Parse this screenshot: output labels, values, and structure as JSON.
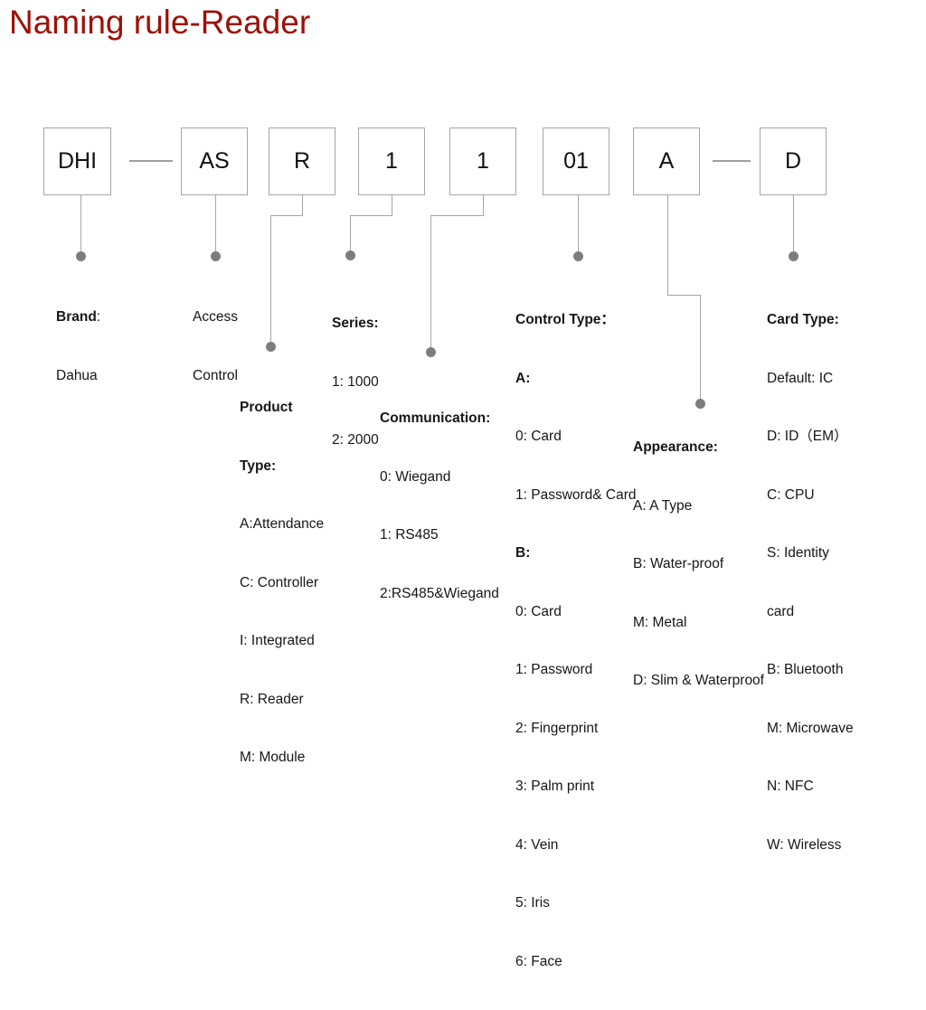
{
  "page": {
    "title": "Naming rule-Reader",
    "title_color": "#9c1006",
    "background": "#ffffff",
    "box_border_color": "#a6a6a6",
    "connector_color": "#a6a6a6",
    "dot_color": "#7d7d7d"
  },
  "code_boxes": [
    {
      "id": "brand",
      "label": "DHI"
    },
    {
      "id": "access",
      "label": "AS"
    },
    {
      "id": "product_type",
      "label": "R"
    },
    {
      "id": "series",
      "label": "1"
    },
    {
      "id": "communication",
      "label": "1"
    },
    {
      "id": "control_type",
      "label": "01"
    },
    {
      "id": "appearance",
      "label": "A"
    },
    {
      "id": "card_type",
      "label": "D"
    }
  ],
  "legends": {
    "brand": {
      "heading": "Brand",
      "heading_suffix": ":",
      "lines": [
        "Dahua"
      ]
    },
    "access_control": {
      "lines": [
        "Access",
        "Control"
      ]
    },
    "product_type": {
      "heading_line1": "Product",
      "heading_line2": "Type:",
      "lines": [
        "A:Attendance",
        "C: Controller",
        "I: Integrated",
        "R: Reader",
        "M: Module"
      ]
    },
    "series": {
      "heading": "Series:",
      "lines": [
        "1: 1000",
        "2: 2000"
      ]
    },
    "communication": {
      "heading": "Communication:",
      "lines": [
        "0: Wiegand",
        "1: RS485",
        "2:RS485&Wiegand"
      ]
    },
    "control_type": {
      "heading": "Control Type：",
      "group_a_label": "A:",
      "group_a_lines": [
        "0: Card",
        "1: Password& Card"
      ],
      "group_b_label": "B:",
      "group_b_lines": [
        "0: Card",
        "1: Password",
        "2: Fingerprint",
        "3: Palm print",
        "4: Vein",
        "5: Iris",
        "6: Face"
      ]
    },
    "appearance": {
      "heading": "Appearance:",
      "lines": [
        "A: A Type",
        "B: Water-proof",
        "M: Metal",
        "D: Slim & Waterproof"
      ]
    },
    "card_type": {
      "heading": "Card Type:",
      "lines": [
        "Default: IC",
        "D: ID（EM）",
        "C: CPU",
        "S: Identity",
        "card",
        "B: Bluetooth",
        "M: Microwave",
        "N: NFC",
        "W: Wireless"
      ]
    }
  }
}
